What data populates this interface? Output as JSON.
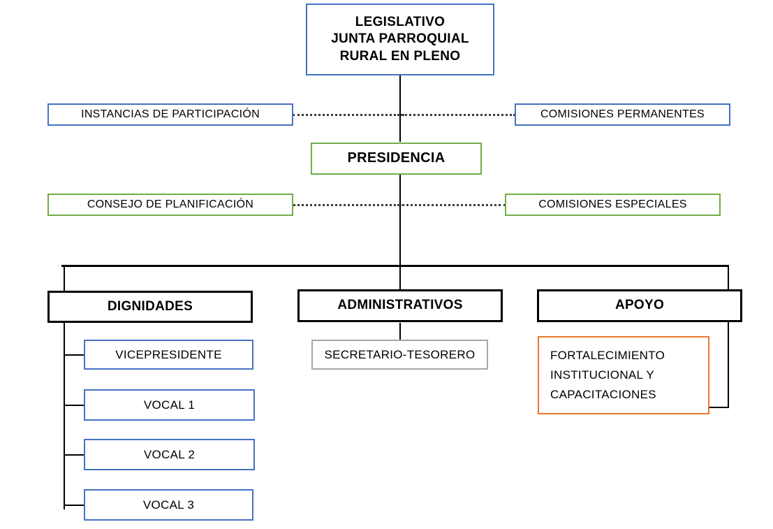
{
  "diagram": {
    "title": "Organigrama Junta Parroquial Rural",
    "type": "organizational-chart",
    "palette": {
      "blue": "#4472C4",
      "green": "#70AD47",
      "black": "#000000",
      "gray": "#A6A6A6",
      "orange": "#E8772E",
      "background": "#FFFFFF"
    },
    "nodes": {
      "legislativo": {
        "line1": "LEGISLATIVO",
        "line2": "JUNTA PARROQUIAL",
        "line3": "RURAL EN PLENO",
        "border_color": "#4472C4"
      },
      "instancias_participacion": {
        "label": "INSTANCIAS DE PARTICIPACIÓN",
        "border_color": "#4472C4"
      },
      "comisiones_permanentes": {
        "label": "COMISIONES  PERMANENTES",
        "border_color": "#4472C4"
      },
      "presidencia": {
        "label": "PRESIDENCIA",
        "border_color": "#70AD47"
      },
      "consejo_planificacion": {
        "label": "CONSEJO DE PLANIFICACIÓN",
        "border_color": "#70AD47"
      },
      "comisiones_especiales": {
        "label": "COMISIONES  ESPECIALES",
        "border_color": "#70AD47"
      },
      "dignidades": {
        "label": "DIGNIDADES",
        "border_color": "#000000"
      },
      "administrativos": {
        "label": "ADMINISTRATIVOS",
        "border_color": "#000000"
      },
      "apoyo": {
        "label": "APOYO",
        "border_color": "#000000"
      },
      "vicepresidente": {
        "label": "VICEPRESIDENTE",
        "border_color": "#4472C4"
      },
      "vocal1": {
        "label": "VOCAL 1",
        "border_color": "#4472C4"
      },
      "vocal2": {
        "label": "VOCAL 2",
        "border_color": "#4472C4"
      },
      "vocal3": {
        "label": "VOCAL 3",
        "border_color": "#4472C4"
      },
      "secretario_tesorero": {
        "label": "SECRETARIO-TESORERO",
        "border_color": "#A6A6A6"
      },
      "fortalecimiento": {
        "line1": "FORTALECIMIENTO",
        "line2": "INSTITUCIONAL   Y",
        "line3": "CAPACITACIONES",
        "border_color": "#E8772E"
      }
    }
  }
}
